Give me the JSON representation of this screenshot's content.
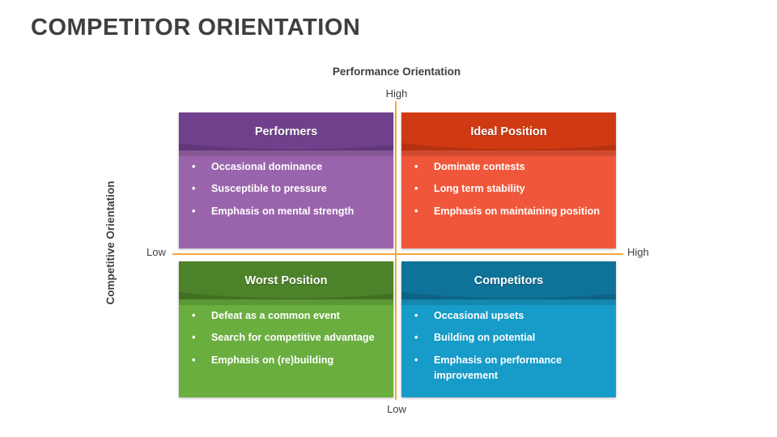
{
  "title": "COMPETITOR ORIENTATION",
  "axes": {
    "top_title": "Performance Orientation",
    "top_value": "High",
    "bottom_value": "Low",
    "left_title": "Competitive Orientation",
    "left_value": "Low",
    "right_value": "High",
    "line_color": "#F2A93B"
  },
  "quadrants": [
    {
      "id": "performers",
      "title": "Performers",
      "header_color": "#70408C",
      "body_color": "#9A64AC",
      "bullets": [
        "Occasional dominance",
        "Susceptible to pressure",
        "Emphasis on mental strength"
      ]
    },
    {
      "id": "ideal-position",
      "title": "Ideal Position",
      "header_color": "#D03A13",
      "body_color": "#F0573A",
      "bullets": [
        "Dominate contests",
        "Long term stability",
        "Emphasis on maintaining position"
      ]
    },
    {
      "id": "worst-position",
      "title": "Worst Position",
      "header_color": "#4C8229",
      "body_color": "#6AAE3F",
      "bullets": [
        "Defeat as a common event",
        "Search for competitive advantage",
        "Emphasis on (re)building"
      ]
    },
    {
      "id": "competitors",
      "title": "Competitors",
      "header_color": "#0F7299",
      "body_color": "#179BC8",
      "bullets": [
        "Occasional upsets",
        "Building on potential",
        "Emphasis on performance improvement"
      ]
    }
  ],
  "bullet_glyph": "•"
}
